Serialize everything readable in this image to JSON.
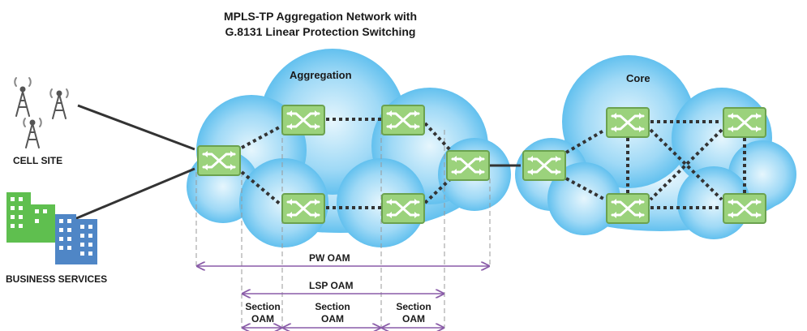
{
  "title": {
    "line1": "MPLS-TP Aggregation Network with",
    "line2": "G.8131 Linear Protection Switching"
  },
  "clouds": {
    "aggregation": "Aggregation",
    "core": "Core"
  },
  "sites": {
    "cell_site": "CELL SITE",
    "business_services": "BUSINESS SERVICES"
  },
  "oam": {
    "pw": "PW OAM",
    "lsp": "LSP OAM",
    "section_word": "Section",
    "oam_word": "OAM"
  },
  "colors": {
    "cloud_light": "#e6f6fd",
    "cloud_dark": "#3fb2ea",
    "switch_fill": "#9bd27c",
    "switch_border": "#6ba24f",
    "oam_arrow": "#8a5ca8",
    "dashed_line": "#999999",
    "link": "#333333",
    "building_green": "#5fbf4f",
    "building_blue": "#4f86c6"
  }
}
